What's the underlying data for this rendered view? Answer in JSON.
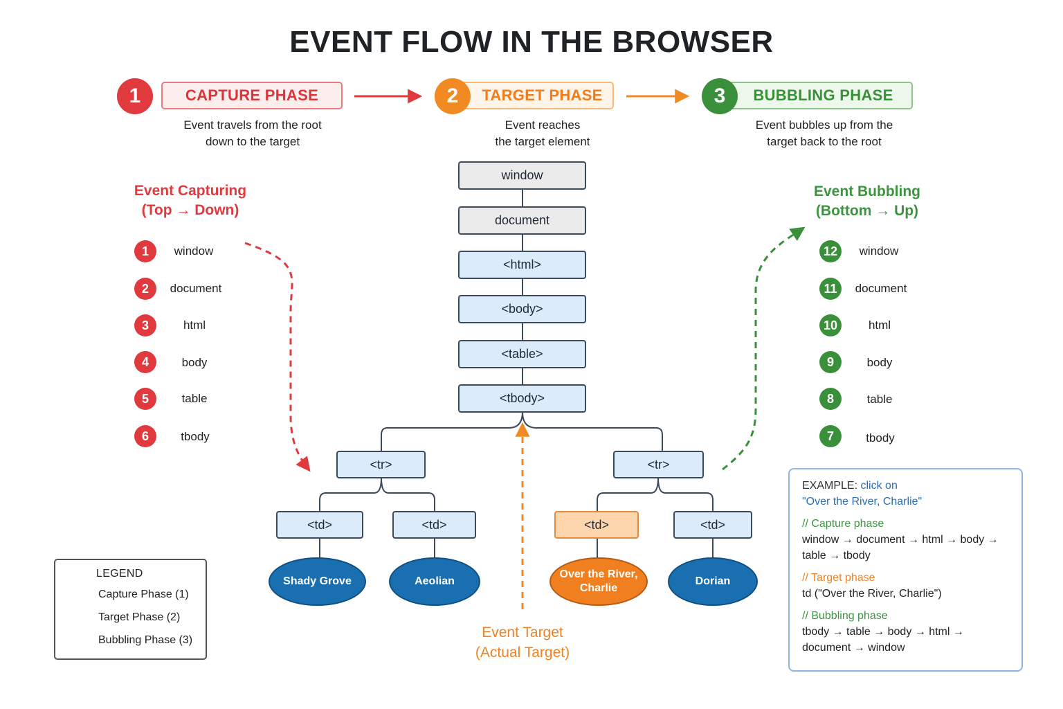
{
  "title": "EVENT FLOW IN THE BROWSER",
  "colors": {
    "capture": "#e0393e",
    "target": "#f28a24",
    "bubbling": "#3a8f3a",
    "node_fill": "#dcebf9",
    "leaf_fill": "#1a6fb0"
  },
  "phases": [
    {
      "number": "1",
      "label": "CAPTURE PHASE",
      "desc_line1": "Event travels from the root",
      "desc_line2": "down to the target"
    },
    {
      "number": "2",
      "label": "TARGET PHASE",
      "desc_line1": "Event reaches",
      "desc_line2": "the target element"
    },
    {
      "number": "3",
      "label": "BUBBLING PHASE",
      "desc_line1": "Event bubbles up from the",
      "desc_line2": "target back to the root"
    }
  ],
  "capturing": {
    "title_line1": "Event Capturing",
    "title_line2": "(Top → Down)",
    "steps": [
      {
        "n": "1",
        "label": "window"
      },
      {
        "n": "2",
        "label": "document"
      },
      {
        "n": "3",
        "label": "html"
      },
      {
        "n": "4",
        "label": "body"
      },
      {
        "n": "5",
        "label": "table"
      },
      {
        "n": "6",
        "label": "tbody"
      }
    ]
  },
  "bubbling": {
    "title_line1": "Event Bubbling",
    "title_line2": "(Bottom → Up)",
    "steps": [
      {
        "n": "12",
        "label": "window"
      },
      {
        "n": "11",
        "label": "document"
      },
      {
        "n": "10",
        "label": "html"
      },
      {
        "n": "9",
        "label": "body"
      },
      {
        "n": "8",
        "label": "table"
      },
      {
        "n": "7",
        "label": "tbody"
      }
    ]
  },
  "tree": {
    "window": "window",
    "document": "document",
    "html": "<html>",
    "body": "<body>",
    "table": "<table>",
    "tbody": "<tbody>",
    "tr": "<tr>",
    "td": "<td>",
    "leaves": {
      "shady": "Shady Grove",
      "aeolian": "Aeolian",
      "over_line1": "Over the River,",
      "over_line2": "Charlie",
      "dorian": "Dorian"
    }
  },
  "event_target": {
    "line1": "Event Target",
    "line2": "(Actual Target)"
  },
  "legend": {
    "title": "LEGEND",
    "capture": "Capture Phase (1)",
    "target": "Target Phase (2)",
    "bubbling": "Bubbling Phase (3)"
  },
  "example": {
    "head": "EXAMPLE:",
    "head_blue": "click on",
    "subject": "\"Over the River, Charlie\"",
    "capture_comment": "// Capture phase",
    "capture_line1": "window → document → html → body →",
    "capture_line2": "table → tbody",
    "target_comment": "// Target phase",
    "target_line": "td (\"Over the River, Charlie\")",
    "bubble_comment": "// Bubbling phase",
    "bubble_line1": "tbody → table → body → html →",
    "bubble_line2": "document → window"
  }
}
